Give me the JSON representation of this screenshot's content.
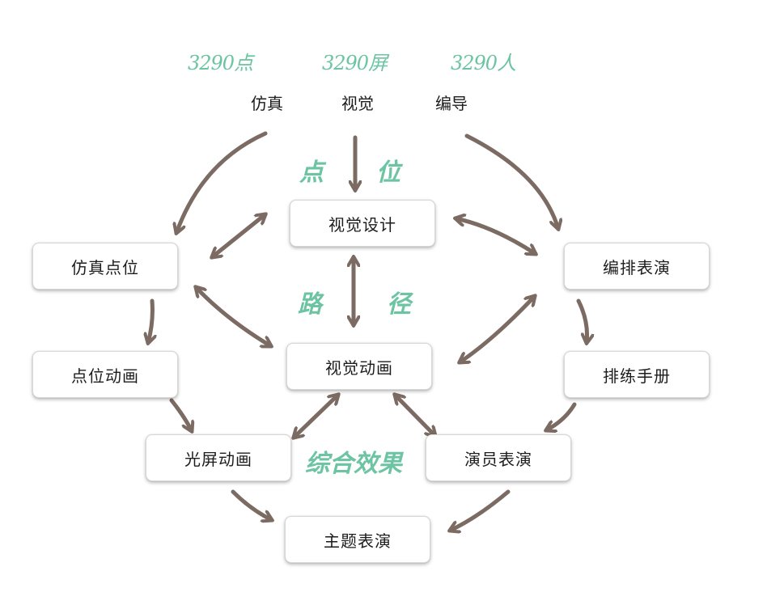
{
  "annotations": {
    "count_sim": "3290点",
    "count_visual": "3290屏",
    "count_choreo": "3290人",
    "dian": "点",
    "wei": "位",
    "lu": "路",
    "jing": "径",
    "combined": "综合效果"
  },
  "sources": {
    "sim": "仿真",
    "visual": "视觉",
    "choreo": "编导"
  },
  "nodes": {
    "visual_design": "视觉设计",
    "sim_points": "仿真点位",
    "choreo_perf": "编排表演",
    "point_anim": "点位动画",
    "visual_anim": "视觉动画",
    "rehearsal_manual": "排练手册",
    "screen_anim": "光屏动画",
    "actor_perf": "演员表演",
    "theme_perf": "主题表演"
  },
  "colors": {
    "arrow": "#7b6b63",
    "handwriting": "#6cc4a2"
  }
}
